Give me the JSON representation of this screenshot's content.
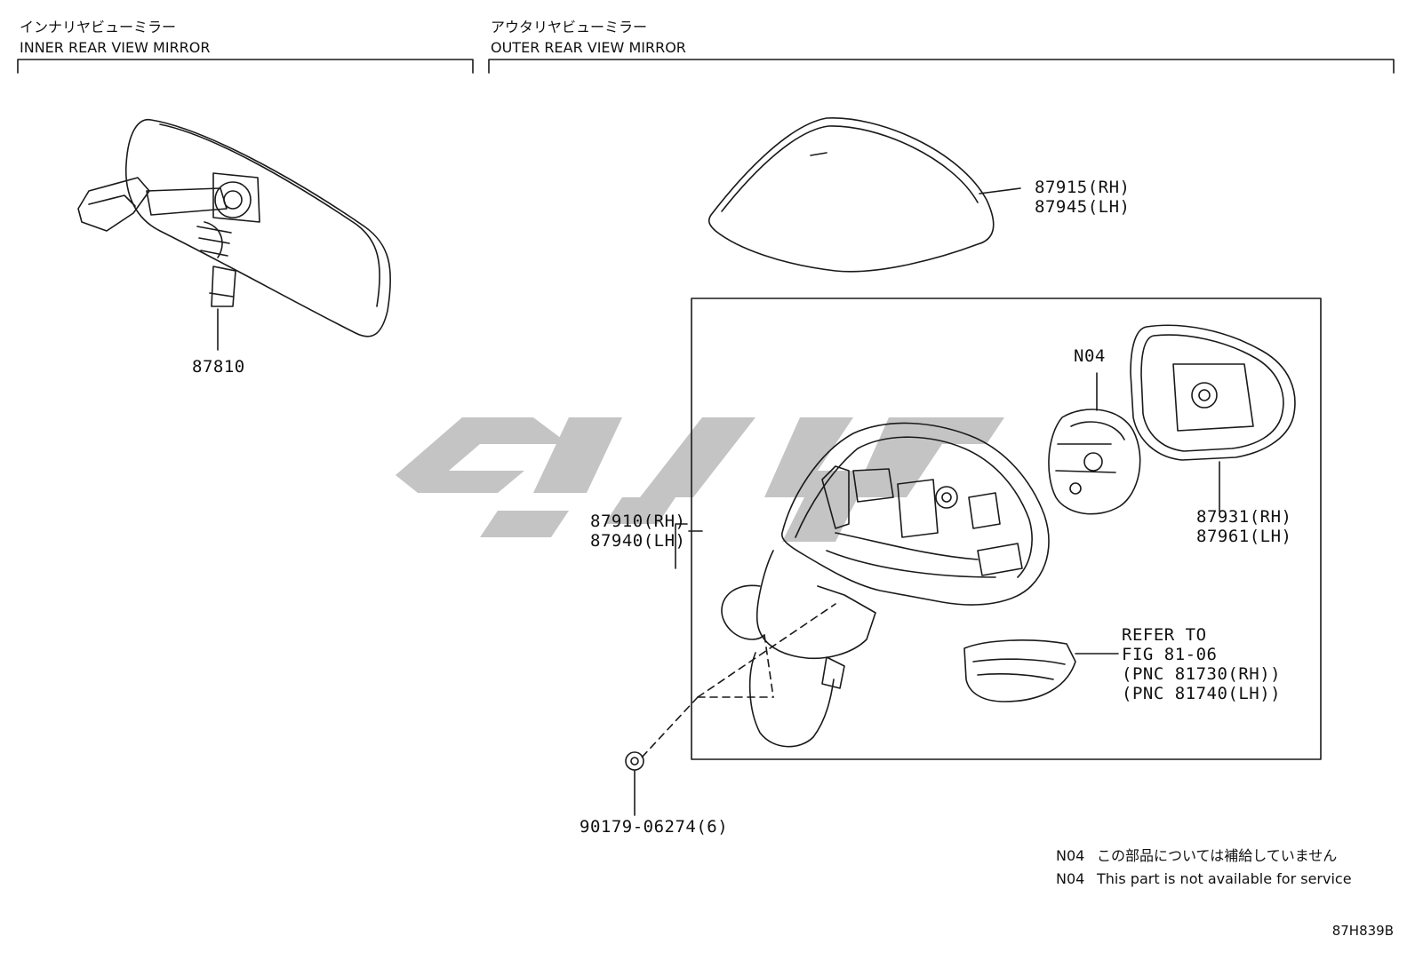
{
  "sections": {
    "inner": {
      "title_jp": "インナリヤビューミラー",
      "title_en": "INNER REAR VIEW MIRROR"
    },
    "outer": {
      "title_jp": "アウタリヤビューミラー",
      "title_en": "OUTER REAR VIEW MIRROR"
    }
  },
  "callouts": {
    "inner_mirror": "87810",
    "cover_rh": "87915(RH)",
    "cover_lh": "87945(LH)",
    "outer_mirror_rh": "87910(RH)",
    "outer_mirror_lh": "87940(LH)",
    "motor": "N04",
    "mirror_glass_rh": "87931(RH)",
    "mirror_glass_lh": "87961(LH)",
    "refer_1": "REFER TO",
    "refer_2": "FIG 81-06",
    "refer_3": "(PNC 81730(RH))",
    "refer_4": "(PNC 81740(LH))",
    "screw": "90179-06274(6)"
  },
  "notes": [
    {
      "code": "N04",
      "text": "この部品については補給していません"
    },
    {
      "code": "N04",
      "text": "This part is not available for service"
    }
  ],
  "drawing_id": "87H839B",
  "colors": {
    "line": "#1a1a1a",
    "watermark": "#c4c4c4",
    "background": "#ffffff"
  }
}
